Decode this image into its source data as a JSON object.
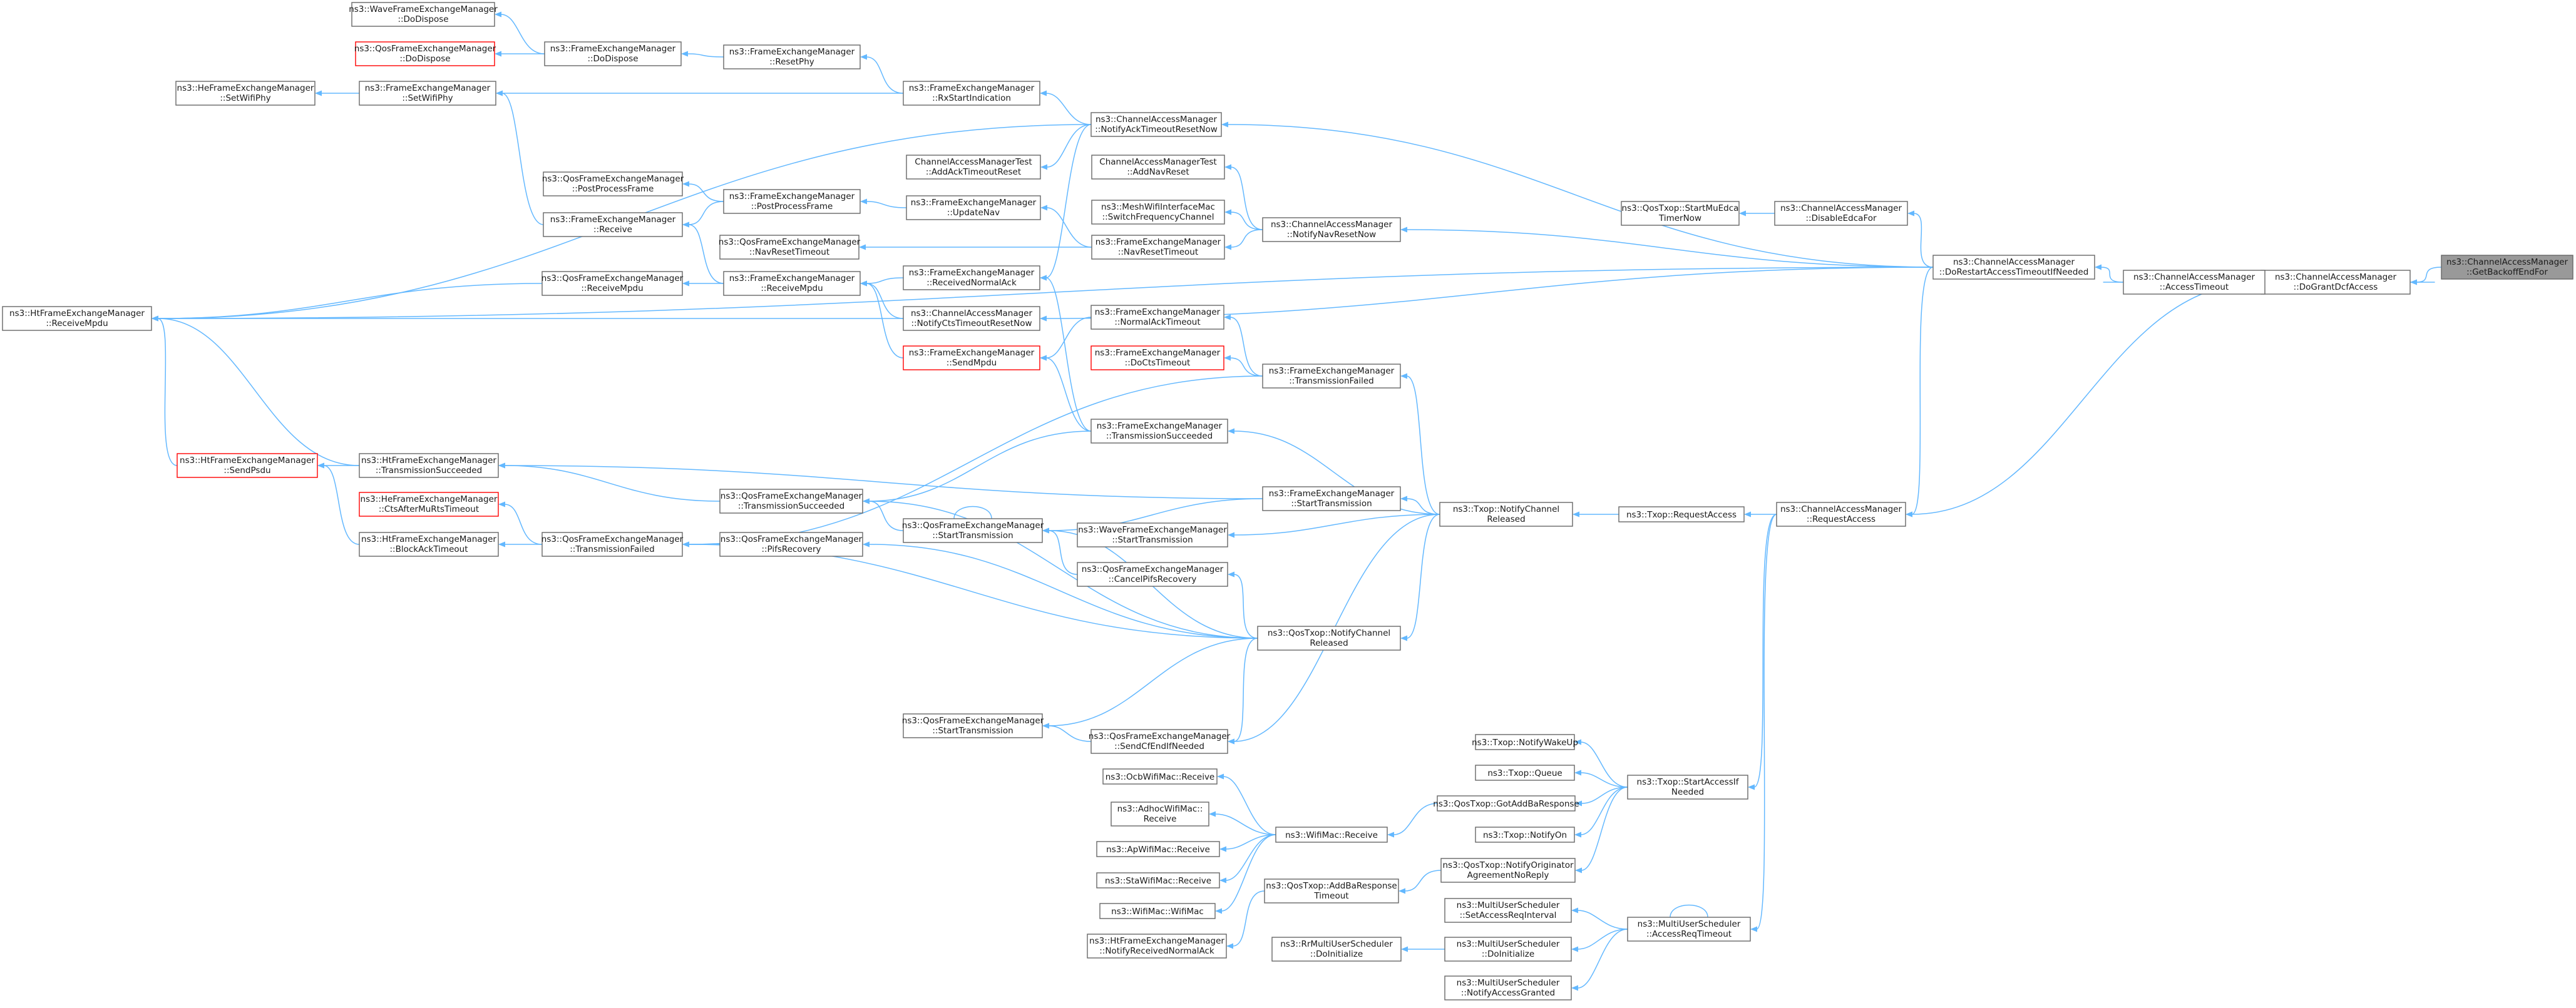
{
  "graph": {
    "title": "",
    "nodes": [
      {
        "id": "root",
        "lines": [
          "ns3::ChannelAccessManager",
          "::GetBackoffEndFor"
        ],
        "active": true
      },
      {
        "id": "dgdca",
        "lines": [
          "ns3::ChannelAccessManager",
          "::DoGrantDcfAccess"
        ]
      },
      {
        "id": "acct",
        "lines": [
          "ns3::ChannelAccessManager",
          "::AccessTimeout"
        ]
      },
      {
        "id": "drat",
        "lines": [
          "ns3::ChannelAccessManager",
          "::DoRestartAccessTimeoutIfNeeded"
        ]
      },
      {
        "id": "disedca",
        "lines": [
          "ns3::ChannelAccessManager",
          "::DisableEdcaFor"
        ]
      },
      {
        "id": "smuedca",
        "lines": [
          "ns3::QosTxop::StartMuEdca",
          "TimerNow"
        ]
      },
      {
        "id": "reqacc",
        "lines": [
          "ns3::ChannelAccessManager",
          "::RequestAccess"
        ]
      },
      {
        "id": "txreqacc",
        "lines": [
          "ns3::Txop::RequestAccess"
        ]
      },
      {
        "id": "txncr",
        "lines": [
          "ns3::Txop::NotifyChannel",
          "Released"
        ]
      },
      {
        "id": "qosncr",
        "lines": [
          "ns3::QosTxop::NotifyChannel",
          "Released"
        ]
      },
      {
        "id": "startaccess",
        "lines": [
          "ns3::Txop::StartAccessIf",
          "Needed"
        ]
      },
      {
        "id": "mus_art",
        "lines": [
          "ns3::MultiUserScheduler",
          "::AccessReqTimeout"
        ]
      },
      {
        "id": "nackrn",
        "lines": [
          "ns3::ChannelAccessManager",
          "::NotifyAckTimeoutResetNow"
        ]
      },
      {
        "id": "nnavrn",
        "lines": [
          "ns3::ChannelAccessManager",
          "::NotifyNavResetNow"
        ]
      },
      {
        "id": "ncrn",
        "lines": [
          "ns3::ChannelAccessManager",
          "::NotifyCtsTimeoutResetNow"
        ]
      },
      {
        "id": "fem_rxstart",
        "lines": [
          "ns3::FrameExchangeManager",
          "::RxStartIndication"
        ]
      },
      {
        "id": "fem_resetphy",
        "lines": [
          "ns3::FrameExchangeManager",
          "::ResetPhy"
        ]
      },
      {
        "id": "fem_dodispose",
        "lines": [
          "ns3::FrameExchangeManager",
          "::DoDispose"
        ]
      },
      {
        "id": "wave_dodispose",
        "lines": [
          "ns3::WaveFrameExchangeManager",
          "::DoDispose"
        ]
      },
      {
        "id": "qos_dodispose",
        "lines": [
          "ns3::QosFrameExchangeManager",
          "::DoDispose"
        ],
        "red": true
      },
      {
        "id": "fem_setwifiphy",
        "lines": [
          "ns3::FrameExchangeManager",
          "::SetWifiPhy"
        ]
      },
      {
        "id": "he_setwifiphy",
        "lines": [
          "ns3::HeFrameExchangeManager",
          "::SetWifiPhy"
        ]
      },
      {
        "id": "cam_test_ack",
        "lines": [
          "ChannelAccessManagerTest",
          "::AddAckTimeoutReset"
        ]
      },
      {
        "id": "cam_test_nav",
        "lines": [
          "ChannelAccessManagerTest",
          "::AddNavReset"
        ]
      },
      {
        "id": "mesh_sfc",
        "lines": [
          "ns3::MeshWifiInterfaceMac",
          "::SwitchFrequencyChannel"
        ]
      },
      {
        "id": "fem_navreset",
        "lines": [
          "ns3::FrameExchangeManager",
          "::NavResetTimeout"
        ]
      },
      {
        "id": "fem_updatenav",
        "lines": [
          "ns3::FrameExchangeManager",
          "::UpdateNav"
        ]
      },
      {
        "id": "fem_ppf",
        "lines": [
          "ns3::FrameExchangeManager",
          "::PostProcessFrame"
        ]
      },
      {
        "id": "qos_ppf",
        "lines": [
          "ns3::QosFrameExchangeManager",
          "::PostProcessFrame"
        ]
      },
      {
        "id": "fem_receive",
        "lines": [
          "ns3::FrameExchangeManager",
          "::Receive"
        ]
      },
      {
        "id": "qos_navreset",
        "lines": [
          "ns3::QosFrameExchangeManager",
          "::NavResetTimeout"
        ]
      },
      {
        "id": "fem_rna",
        "lines": [
          "ns3::FrameExchangeManager",
          "::ReceivedNormalAck"
        ]
      },
      {
        "id": "fem_rmpdu",
        "lines": [
          "ns3::FrameExchangeManager",
          "::ReceiveMpdu"
        ]
      },
      {
        "id": "qos_rmpdu",
        "lines": [
          "ns3::QosFrameExchangeManager",
          "::ReceiveMpdu"
        ]
      },
      {
        "id": "ht_rmpdu",
        "lines": [
          "ns3::HtFrameExchangeManager",
          "::ReceiveMpdu"
        ]
      },
      {
        "id": "fem_nat",
        "lines": [
          "ns3::FrameExchangeManager",
          "::NormalAckTimeout"
        ]
      },
      {
        "id": "fem_sendmpdu",
        "lines": [
          "ns3::FrameExchangeManager",
          "::SendMpdu"
        ],
        "red": true
      },
      {
        "id": "fem_docts",
        "lines": [
          "ns3::FrameExchangeManager",
          "::DoCtsTimeout"
        ],
        "red": true
      },
      {
        "id": "fem_txfail",
        "lines": [
          "ns3::FrameExchangeManager",
          "::TransmissionFailed"
        ]
      },
      {
        "id": "fem_txsucc",
        "lines": [
          "ns3::FrameExchangeManager",
          "::TransmissionSucceeded"
        ]
      },
      {
        "id": "fem_starttx",
        "lines": [
          "ns3::FrameExchangeManager",
          "::StartTransmission"
        ]
      },
      {
        "id": "ht_sendpsdu",
        "lines": [
          "ns3::HtFrameExchangeManager",
          "::SendPsdu"
        ],
        "red": true
      },
      {
        "id": "ht_txsucc",
        "lines": [
          "ns3::HtFrameExchangeManager",
          "::TransmissionSucceeded"
        ]
      },
      {
        "id": "qos_txsucc",
        "lines": [
          "ns3::QosFrameExchangeManager",
          "::TransmissionSucceeded"
        ]
      },
      {
        "id": "qos_starttx",
        "lines": [
          "ns3::QosFrameExchangeManager",
          "::StartTransmission"
        ]
      },
      {
        "id": "wave_starttx",
        "lines": [
          "ns3::WaveFrameExchangeManager",
          "::StartTransmission"
        ]
      },
      {
        "id": "he_ctsafter",
        "lines": [
          "ns3::HeFrameExchangeManager",
          "::CtsAfterMuRtsTimeout"
        ],
        "red": true
      },
      {
        "id": "ht_bat",
        "lines": [
          "ns3::HtFrameExchangeManager",
          "::BlockAckTimeout"
        ]
      },
      {
        "id": "qos_txfail",
        "lines": [
          "ns3::QosFrameExchangeManager",
          "::TransmissionFailed"
        ]
      },
      {
        "id": "qos_pifs",
        "lines": [
          "ns3::QosFrameExchangeManager",
          "::PifsRecovery"
        ]
      },
      {
        "id": "qos_cancelpifs",
        "lines": [
          "ns3::QosFrameExchangeManager",
          "::CancelPifsRecovery"
        ]
      },
      {
        "id": "qos_starttx2",
        "lines": [
          "ns3::QosFrameExchangeManager",
          "::StartTransmission"
        ]
      },
      {
        "id": "qos_sendcfend",
        "lines": [
          "ns3::QosFrameExchangeManager",
          "::SendCfEndIfNeeded"
        ]
      },
      {
        "id": "txop_wakeup",
        "lines": [
          "ns3::Txop::NotifyWakeUp"
        ]
      },
      {
        "id": "txop_queue",
        "lines": [
          "ns3::Txop::Queue"
        ]
      },
      {
        "id": "qos_gotba",
        "lines": [
          "ns3::QosTxop::GotAddBaResponse"
        ]
      },
      {
        "id": "txop_on",
        "lines": [
          "ns3::Txop::NotifyOn"
        ]
      },
      {
        "id": "qos_noanr",
        "lines": [
          "ns3::QosTxop::NotifyOriginator",
          "AgreementNoReply"
        ]
      },
      {
        "id": "wifimac_rx",
        "lines": [
          "ns3::WifiMac::Receive"
        ]
      },
      {
        "id": "ocb_rx",
        "lines": [
          "ns3::OcbWifiMac::Receive"
        ]
      },
      {
        "id": "adhoc_rx",
        "lines": [
          "ns3::AdhocWifiMac::",
          "Receive"
        ]
      },
      {
        "id": "ap_rx",
        "lines": [
          "ns3::ApWifiMac::Receive"
        ]
      },
      {
        "id": "sta_rx",
        "lines": [
          "ns3::StaWifiMac::Receive"
        ]
      },
      {
        "id": "wifimac_ctor",
        "lines": [
          "ns3::WifiMac::WifiMac"
        ]
      },
      {
        "id": "qos_addbato",
        "lines": [
          "ns3::QosTxop::AddBaResponse",
          "Timeout"
        ]
      },
      {
        "id": "ht_nrna",
        "lines": [
          "ns3::HtFrameExchangeManager",
          "::NotifyReceivedNormalAck"
        ]
      },
      {
        "id": "mus_sari",
        "lines": [
          "ns3::MultiUserScheduler",
          "::SetAccessReqInterval"
        ]
      },
      {
        "id": "mus_doinit",
        "lines": [
          "ns3::MultiUserScheduler",
          "::DoInitialize"
        ]
      },
      {
        "id": "rr_doinit",
        "lines": [
          "ns3::RrMultiUserScheduler",
          "::DoInitialize"
        ]
      },
      {
        "id": "mus_nag",
        "lines": [
          "ns3::MultiUserScheduler",
          "::NotifyAccessGranted"
        ]
      }
    ]
  }
}
